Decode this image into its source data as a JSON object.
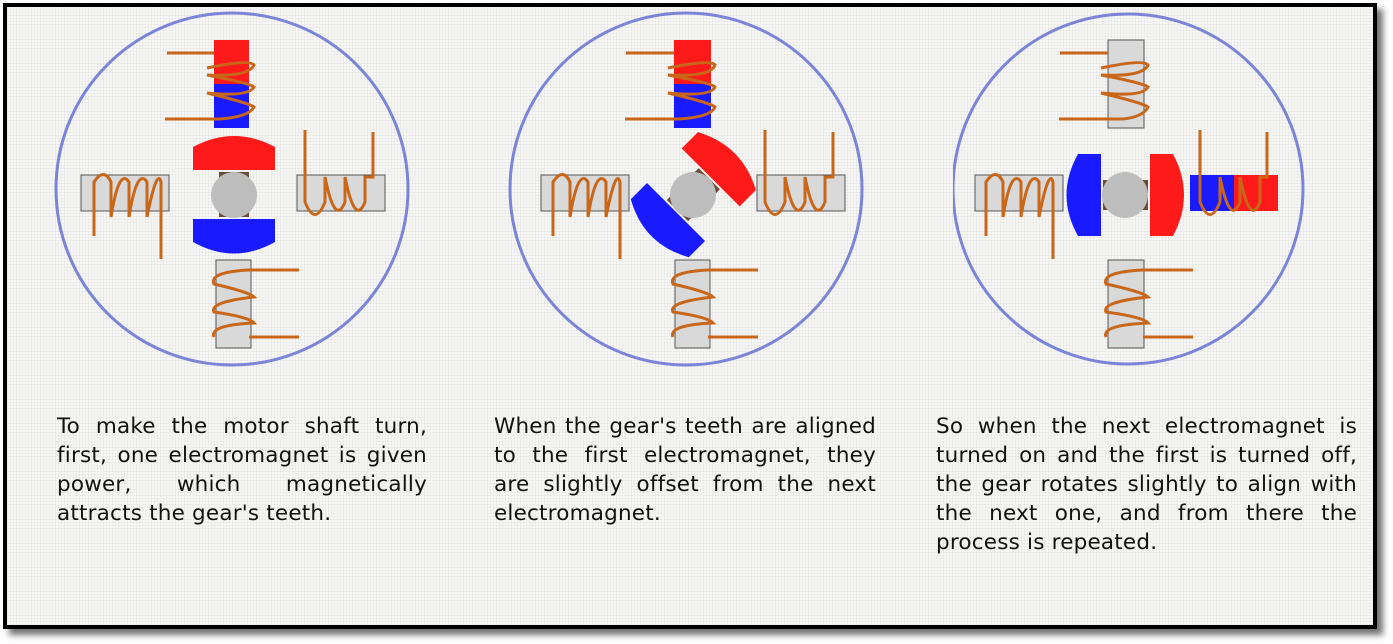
{
  "colors": {
    "ring": "#7b84d6",
    "coil": "#c8661a",
    "core": "#d9d9d9",
    "north": "#ff1a1a",
    "south": "#1a1aff",
    "shaft": "#bdbdbd",
    "frame": "#000000",
    "text": "#111111"
  },
  "panels": [
    {
      "id": "step-1",
      "caption": "To make the motor shaft turn, first, one electromagnet is given power, which magnetically attracts the gear's teeth.",
      "energized_magnet": "top",
      "rotor_angle_deg": 0
    },
    {
      "id": "step-2",
      "caption": "When the gear's teeth are aligned to the first electromagnet, they are slightly offset from the next electromagnet.",
      "energized_magnet": "top",
      "rotor_angle_deg": 45
    },
    {
      "id": "step-3",
      "caption": "So when the next electromagnet is turned on and the first is turned off, the gear rotates slightly to align with the next one, and from there the process is repeated.",
      "energized_magnet": "right",
      "rotor_angle_deg": 90
    }
  ]
}
